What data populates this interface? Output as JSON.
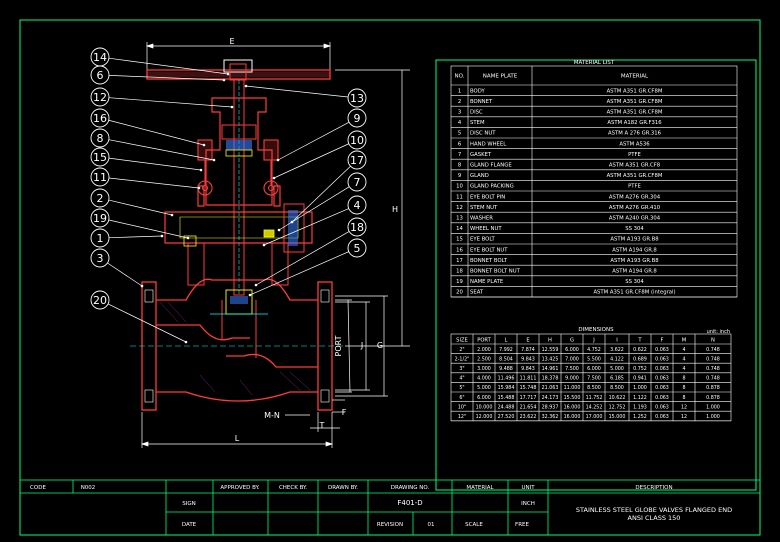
{
  "colors": {
    "background": "#000000",
    "frame": "#00ff7a",
    "line_white": "#ffffff",
    "table_text": "#ffffff",
    "drawing_red": "#ff3b3b",
    "drawing_yellow": "#ffff00",
    "drawing_blue": "#3a7bff",
    "drawing_cyan": "#00ffff",
    "drawing_magenta": "#ff40ff",
    "dim_white": "#ffffff"
  },
  "drawing": {
    "dimension_labels": {
      "E": "E",
      "H": "H",
      "PORT": "PORT",
      "J": "J",
      "G": "G",
      "L": "L",
      "T": "T",
      "F": "F",
      "MN": "M-N"
    },
    "balloons_left": [
      "14",
      "6",
      "12",
      "16",
      "8",
      "15",
      "11",
      "2",
      "19",
      "1",
      "3",
      "20"
    ],
    "balloons_right": [
      "13",
      "9",
      "10",
      "17",
      "7",
      "4",
      "18",
      "5"
    ]
  },
  "material_list": {
    "title": "MATERIAL LIST",
    "headers": [
      "NO.",
      "NAME PLATE",
      "MATERIAL"
    ],
    "rows": [
      [
        "1",
        "BODY",
        "ASTM A351 GR.CF8M"
      ],
      [
        "2",
        "BONNET",
        "ASTM A351 GR.CF8M"
      ],
      [
        "3",
        "DISC",
        "ASTM A351 GR.CF8M"
      ],
      [
        "4",
        "STEM",
        "ASTM A182 GR.F316"
      ],
      [
        "5",
        "DISC NUT",
        "ASTM A 276 GR.316"
      ],
      [
        "6",
        "HAND WHEEL",
        "ASTM A536"
      ],
      [
        "7",
        "GASKET",
        "PTFE"
      ],
      [
        "8",
        "GLAND FLANGE",
        "ASTM A351 GR.CF8"
      ],
      [
        "9",
        "GLAND",
        "ASTM A351 GR.CF8M"
      ],
      [
        "10",
        "GLAND PACKING",
        "PTFE"
      ],
      [
        "11",
        "EYE BOLT PIN",
        "ASTM A276 GR.304"
      ],
      [
        "12",
        "STEM NUT",
        "ASTM A276 GR.410"
      ],
      [
        "13",
        "WASHER",
        "ASTM A240 GR.304"
      ],
      [
        "14",
        "WHEEL NUT",
        "SS 304"
      ],
      [
        "15",
        "EYE BOLT",
        "ASTM A193 GR.B8"
      ],
      [
        "16",
        "EYE BOLT NUT",
        "ASTM A194 GR.8"
      ],
      [
        "17",
        "BONNET BOLT",
        "ASTM A193 GR.B8"
      ],
      [
        "18",
        "BONNET BOLT NUT",
        "ASTM A194 GR.8"
      ],
      [
        "19",
        "NAME PLATE",
        "SS 304"
      ],
      [
        "20",
        "SEAT",
        "ASTM A351 GR.CF8M (integral)"
      ]
    ]
  },
  "dimensions": {
    "title": "DIMENSIONS",
    "unit_note": "unit: inch",
    "headers": [
      "SIZE",
      "PORT",
      "L",
      "E",
      "H",
      "G",
      "J",
      "I",
      "T",
      "F",
      "M",
      "N"
    ],
    "rows": [
      [
        "2\"",
        "2.000",
        "7.992",
        "7.874",
        "12.559",
        "6.000",
        "4.752",
        "3.622",
        "0.622",
        "0.063",
        "4",
        "0.748"
      ],
      [
        "2-1/2\"",
        "2.500",
        "8.504",
        "9.843",
        "13.425",
        "7.000",
        "5.500",
        "4.122",
        "0.689",
        "0.063",
        "4",
        "0.748"
      ],
      [
        "3\"",
        "3.000",
        "9.488",
        "9.843",
        "14.961",
        "7.500",
        "6.000",
        "5.000",
        "0.752",
        "0.063",
        "4",
        "0.748"
      ],
      [
        "4\"",
        "4.000",
        "11.496",
        "11.811",
        "18.378",
        "9.000",
        "7.500",
        "6.185",
        "0.941",
        "0.063",
        "8",
        "0.748"
      ],
      [
        "5\"",
        "5.000",
        "15.984",
        "15.748",
        "21.063",
        "11.000",
        "8.500",
        "8.500",
        "1.000",
        "0.063",
        "8",
        "0.878"
      ],
      [
        "6\"",
        "6.000",
        "15.488",
        "17.717",
        "24.173",
        "15.500",
        "11.752",
        "10.622",
        "1.122",
        "0.063",
        "8",
        "0.878"
      ],
      [
        "10\"",
        "10.000",
        "24.488",
        "21.654",
        "28.937",
        "16.000",
        "14.252",
        "12.752",
        "1.193",
        "0.063",
        "12",
        "1.000"
      ],
      [
        "12\"",
        "12.000",
        "27.520",
        "23.622",
        "32.362",
        "16.000",
        "17.000",
        "15.000",
        "1.252",
        "0.063",
        "12",
        "1.000"
      ]
    ]
  },
  "title_block": {
    "code_label": "CODE",
    "code_value": "N002",
    "approved_by": "APPROVED BY.",
    "check_by": "CHECK BY.",
    "drawn_by": "DRAWN BY.",
    "drawing_no_label": "DRAWING NO.",
    "drawing_no_value": "F401-D",
    "material_label": "MATERIAL",
    "unit_label": "UNIT",
    "unit_value": "INCH",
    "description_label": "DESCRIPTION",
    "description_line1": "STAINLESS STEEL GLOBE VALVES FLANGED END",
    "description_line2": "ANSI CLASS 150",
    "sign_label": "SIGN",
    "date_label": "DATE",
    "revision_label": "REVISION",
    "revision_value": "01",
    "scale_label": "SCALE",
    "scale_value": "FREE"
  }
}
